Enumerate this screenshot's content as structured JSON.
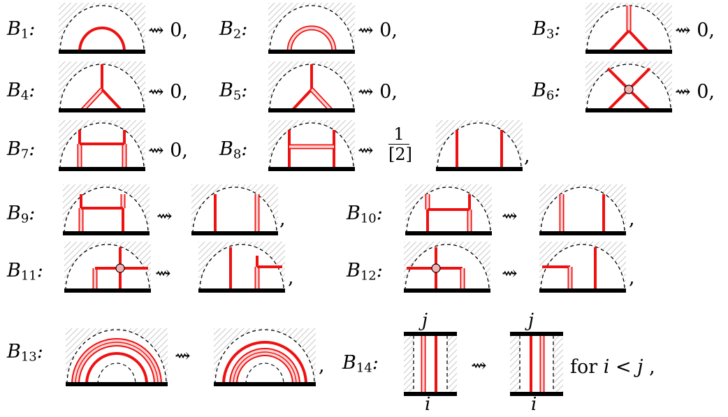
{
  "colors": {
    "strand": "#ee1111",
    "double_fill": "#ffd6d6",
    "boundary": "#000000",
    "hatch": "#b8b8b8"
  },
  "relations": [
    {
      "sym": "B",
      "idx": "1",
      "rhs": "⇝ 0,"
    },
    {
      "sym": "B",
      "idx": "2",
      "rhs": "⇝ 0,"
    },
    {
      "sym": "B",
      "idx": "3",
      "rhs": "⇝ 0,"
    },
    {
      "sym": "B",
      "idx": "4",
      "rhs": "⇝ 0,"
    },
    {
      "sym": "B",
      "idx": "5",
      "rhs": "⇝ 0,"
    },
    {
      "sym": "B",
      "idx": "6",
      "rhs": "⇝ 0,"
    },
    {
      "sym": "B",
      "idx": "7",
      "rhs": "⇝ 0,"
    },
    {
      "sym": "B",
      "idx": "8",
      "rhs": "⇝"
    },
    {
      "sym": "B",
      "idx": "9",
      "rhs": "⇝"
    },
    {
      "sym": "B",
      "idx": "10",
      "rhs": "⇝"
    },
    {
      "sym": "B",
      "idx": "11",
      "rhs": "⇝"
    },
    {
      "sym": "B",
      "idx": "12",
      "rhs": "⇝"
    },
    {
      "sym": "B",
      "idx": "13",
      "rhs": "⇝"
    },
    {
      "sym": "B",
      "idx": "14",
      "rhs": "⇝"
    }
  ],
  "b8_coeff": {
    "num": "1",
    "den": "[2]"
  },
  "comma": ",",
  "b14": {
    "top": "j",
    "bottom": "i",
    "cond_prefix": "for",
    "cond": "i < j",
    "cond_suffix": ","
  }
}
